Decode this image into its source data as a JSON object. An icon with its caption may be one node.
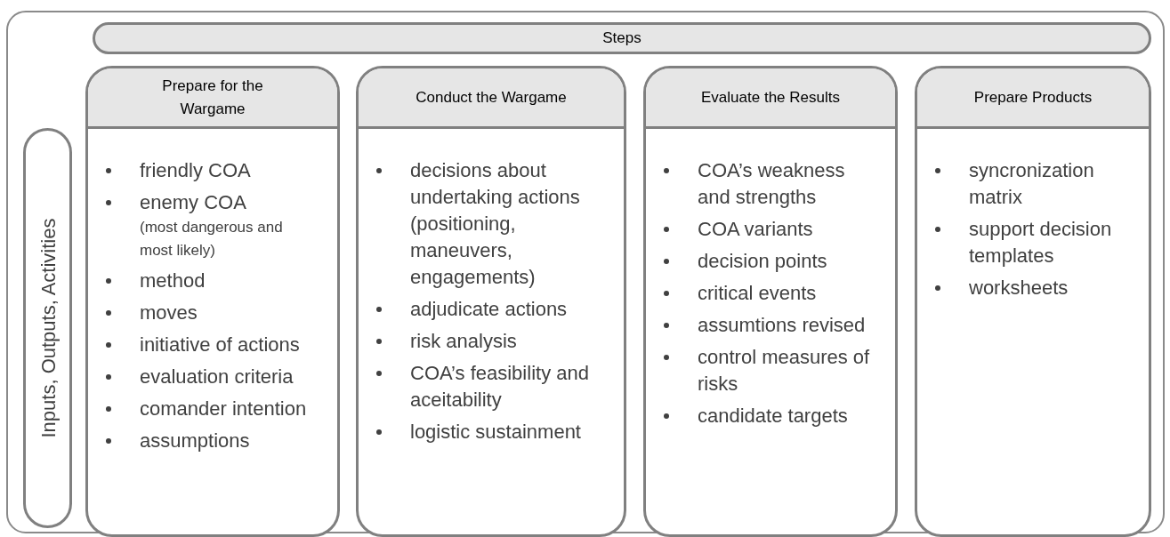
{
  "diagram": {
    "nodes": [
      {
        "text": [],
        "shape": "box"
      },
      {
        "text": [
          "Steps"
        ],
        "in": 0
      },
      {
        "text": [
          "Inputs, Outputs, Activities"
        ],
        "in": 0
      },
      {
        "text": [
          "Prepare for the Wargame",
          "friendly COA",
          "enemy COA",
          "(most dangerous and most likely)",
          "method",
          "moves",
          "initiative of actions",
          "evaluation criteria",
          "comander intention",
          "assumptions"
        ],
        "in": 0
      },
      {
        "text": [
          "Conduct the Wargame",
          "decisions about undertaking actions (positioning, maneuvers, engagements)",
          "adjudicate actions",
          "risk analysis",
          "COA’s feasibility and aceitability",
          "logistic sustainment"
        ],
        "in": 0
      },
      {
        "text": [
          "Evaluate the Results",
          "COA’s weakness and strengths",
          "COA variants",
          "decision points",
          "critical events",
          "assumtions revised",
          "control measures of risks",
          "candidate targets"
        ],
        "in": 0
      },
      {
        "text": [
          "Prepare Products",
          "syncronization matrix",
          "support decision templates",
          "worksheets"
        ],
        "in": 0
      }
    ]
  }
}
